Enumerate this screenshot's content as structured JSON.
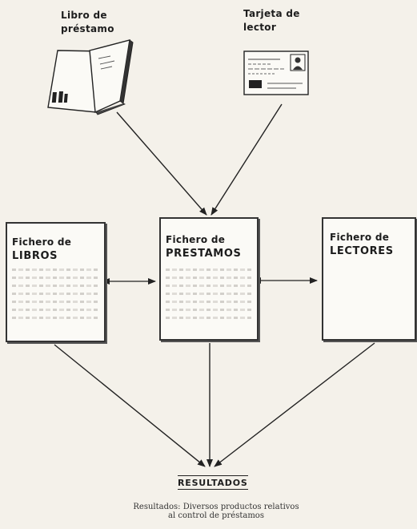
{
  "inputs": {
    "book": {
      "line1": "Libro de",
      "line2": "préstamo"
    },
    "card": {
      "line1": "Tarjeta de",
      "line2": "lector"
    }
  },
  "files": {
    "books": {
      "line1": "Fichero de",
      "line2": "LIBROS"
    },
    "loans": {
      "line1": "Fichero de",
      "line2": "PRESTAMOS"
    },
    "readers": {
      "line1": "Fichero de",
      "line2": "LECTORES"
    }
  },
  "output": {
    "label": "RESULTADOS"
  },
  "caption": {
    "line1": "Resultados: Diversos productos relativos",
    "line2": "al control de préstamos"
  }
}
